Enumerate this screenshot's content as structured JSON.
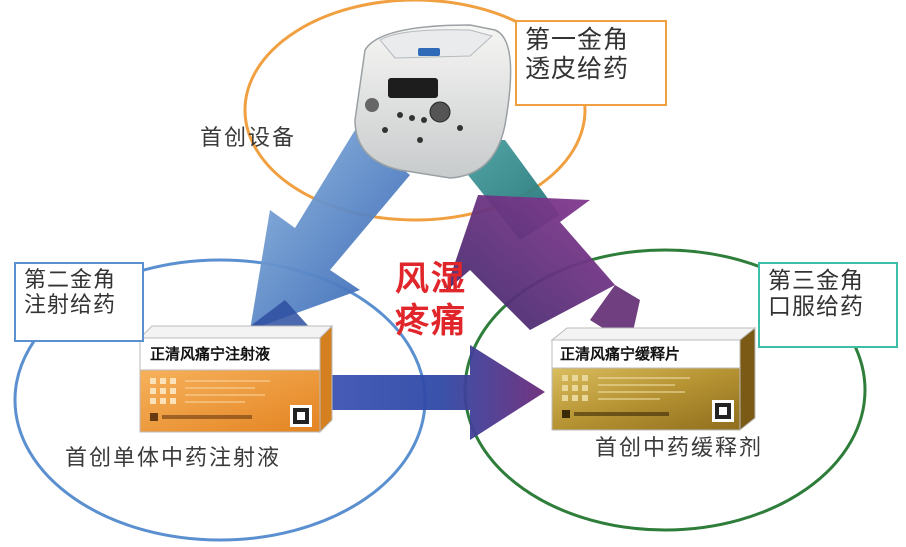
{
  "center_text": {
    "line1": "风湿",
    "line2": "疼痛"
  },
  "corners": {
    "first": {
      "title": "第一金角",
      "subtitle": "透皮给药"
    },
    "second": {
      "title": "第二金角",
      "subtitle": "注射给药"
    },
    "third": {
      "title": "第三金角",
      "subtitle": "口服给药"
    }
  },
  "captions": {
    "device": "首创设备",
    "injection": "首创单体中药注射液",
    "release": "首创中药缓释剂"
  },
  "products": {
    "injection_name": "正清风痛宁注射液",
    "tablet_name": "正清风痛宁缓释片"
  },
  "colors": {
    "orange_circle": "#f0a040",
    "blue_circle": "#5a8fd0",
    "green_circle": "#2e7d3a",
    "blue_arrow": "#2f5fb0",
    "purple_arrow": "#6a2a7a",
    "teal_arrow": "#2a8a8a",
    "label_orange": "#f0a040",
    "label_blue": "#5a8fd0",
    "label_teal": "#3cbfa6",
    "center_red": "#e0262a"
  }
}
